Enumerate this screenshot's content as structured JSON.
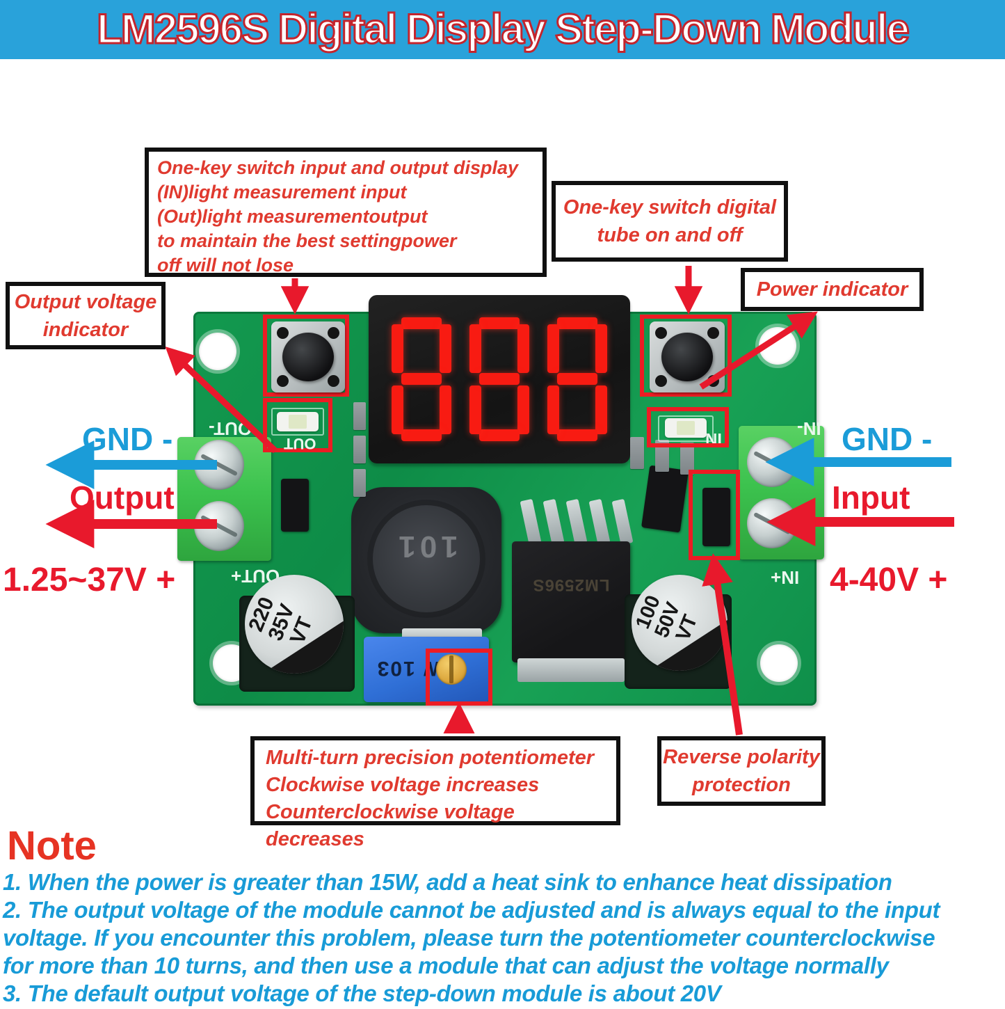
{
  "title": "LM2596S Digital Display Step-Down Module",
  "callouts": {
    "display_switch": "One-key switch input and output display\n(IN)light measurement input\n(Out)light measurementoutput\nto maintain the best settingpower\noff will not lose",
    "tube_switch": "One-key switch digital\ntube on and off",
    "power_indicator": "Power indicator",
    "output_voltage_indicator": "Output voltage\nindicator",
    "potentiometer": "Multi-turn precision potentiometer\nClockwise voltage increases\nCounterclockwise voltage decreases",
    "reverse_polarity": "Reverse polarity\nprotection"
  },
  "labels": {
    "left": {
      "gnd": "GND -",
      "port": "Output",
      "range": "1.25~37V +"
    },
    "right": {
      "gnd": "GND -",
      "port": "Input",
      "range": "4-40V +"
    }
  },
  "board": {
    "display_digits": "888",
    "inductor_marking": "101",
    "chip_marking": "LM2596S",
    "pot_marking": "W 103",
    "cap_left_marking": "220\n35V\nVT",
    "cap_right_marking": "100\n50V\nVT",
    "silk_out_minus": "OUT-",
    "silk_out_plus": "OUT+",
    "silk_in_minus": "IN-",
    "silk_in_plus": "IN+",
    "silk_out_led": "OUT",
    "silk_in_led": "IN"
  },
  "note": {
    "heading": "Note",
    "body": "1. When the power is greater than 15W, add a heat sink to enhance heat dissipation\n2. The output voltage of the module cannot be adjusted and is always equal to the input\nvoltage. If you encounter this problem, please turn the potentiometer counterclockwise\nfor more than 10 turns, and then use a module that can adjust the voltage normally\n3. The default output voltage of the step-down module is about 20V"
  },
  "colors": {
    "banner_blue": "#29A2DA",
    "accent_red": "#E8192C",
    "label_blue": "#1B9CD8",
    "pcb_green": "#12924B",
    "display_red": "#F81B12",
    "pot_blue": "#2F6FD6",
    "terminal_green": "#3CC24E",
    "callout_red": "#E03A2F"
  }
}
